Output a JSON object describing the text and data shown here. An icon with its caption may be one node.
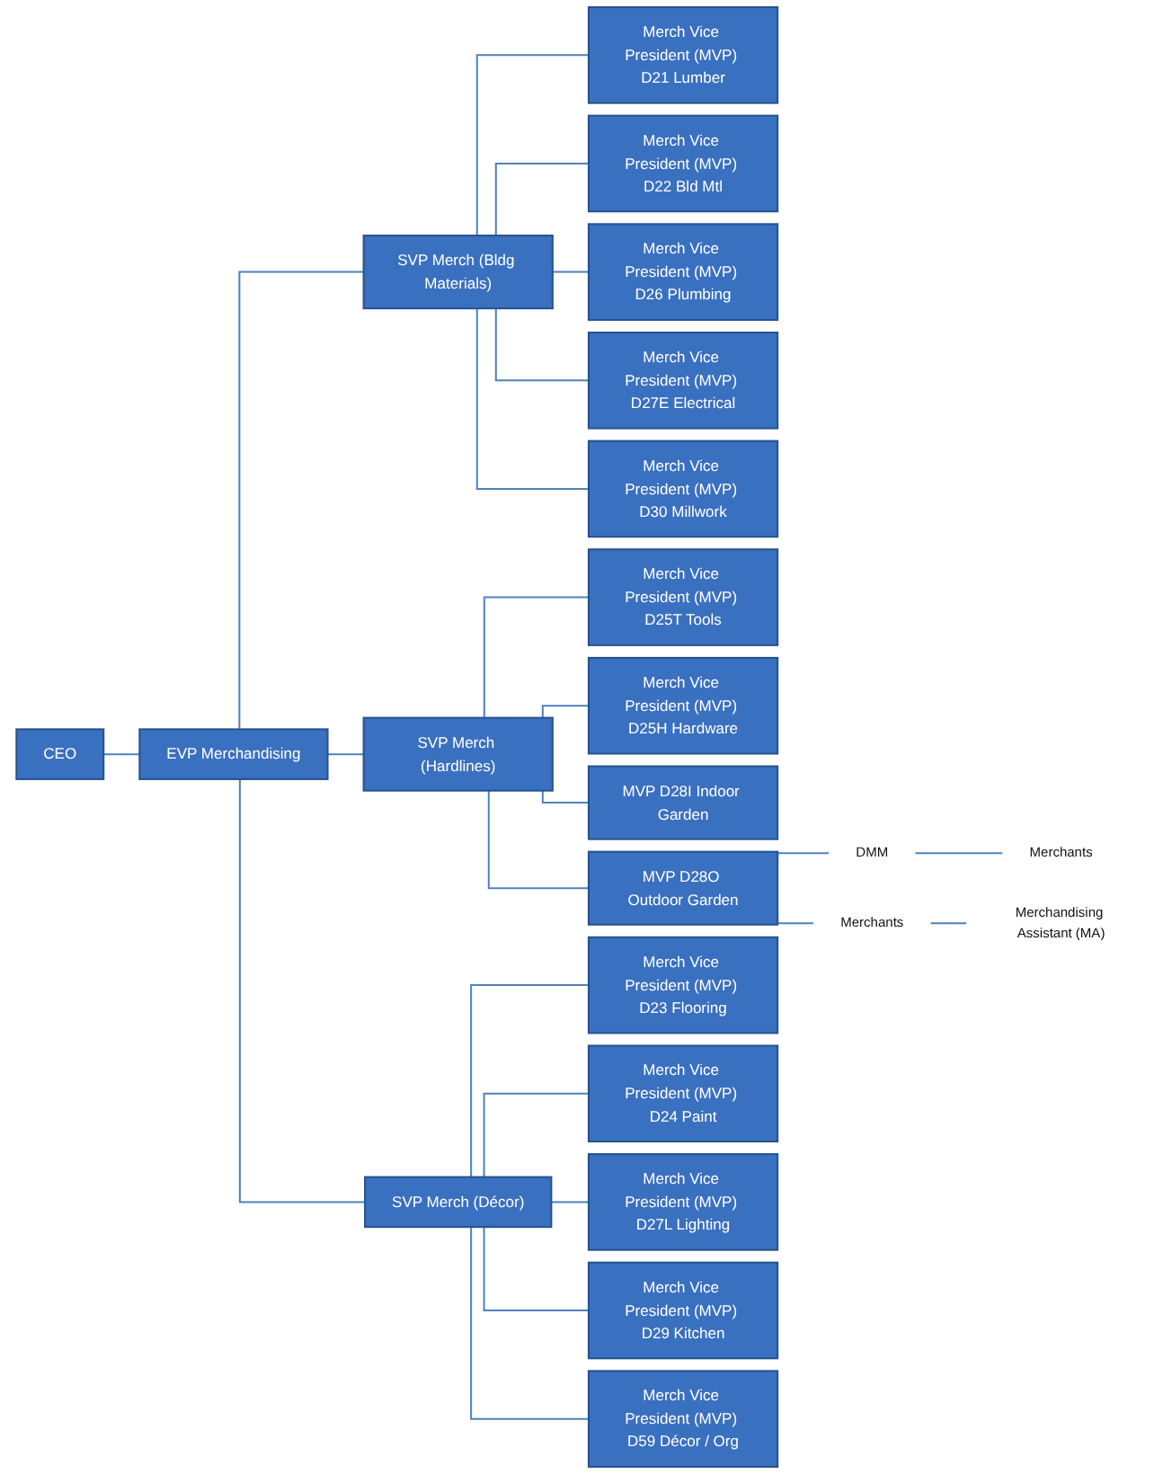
{
  "diagram": {
    "nodes": [
      {
        "text": [
          "CEO"
        ]
      },
      {
        "text": [
          "EVP Merchandising"
        ]
      },
      {
        "text": [
          "SVP Merch (Bldg Materials)"
        ]
      },
      {
        "text": [
          "SVP Merch (Hardlines)"
        ]
      },
      {
        "text": [
          "SVP Merch (Décor)"
        ]
      },
      {
        "text": [
          "Merch Vice President (MVP) D21 Lumber"
        ]
      },
      {
        "text": [
          "Merch Vice President (MVP) D22 Bld Mtl"
        ]
      },
      {
        "text": [
          "Merch Vice President (MVP) D26 Plumbing"
        ]
      },
      {
        "text": [
          "Merch Vice President (MVP) D27E Electrical"
        ]
      },
      {
        "text": [
          "Merch Vice President (MVP) D30 Millwork"
        ]
      },
      {
        "text": [
          "Merch Vice President (MVP) D25T Tools"
        ]
      },
      {
        "text": [
          "Merch Vice President (MVP) D25H Hardware"
        ]
      },
      {
        "text": [
          "MVP D28I Indoor Garden"
        ]
      },
      {
        "text": [
          "MVP D28O Outdoor Garden"
        ]
      },
      {
        "text": [
          "DMM"
        ]
      },
      {
        "text": [
          "Merchants"
        ]
      },
      {
        "text": [
          "Merchants"
        ]
      },
      {
        "text": [
          "Merchandising Assistant (MA)"
        ]
      },
      {
        "text": [
          "Merch Vice President (MVP) D23 Flooring"
        ]
      },
      {
        "text": [
          "Merch Vice President (MVP) D24 Paint"
        ]
      },
      {
        "text": [
          "Merch Vice President (MVP) D27L Lighting"
        ]
      },
      {
        "text": [
          "Merch Vice President (MVP) D29 Kitchen"
        ]
      },
      {
        "text": [
          "Merch Vice President (MVP) D59 Décor / Org"
        ]
      }
    ],
    "edges": [
      {
        "from": 0,
        "to": 1,
        "arrow": "none"
      },
      {
        "from": 1,
        "to": 2,
        "arrow": "none"
      },
      {
        "from": 1,
        "to": 3,
        "arrow": "none"
      },
      {
        "from": 1,
        "to": 4,
        "arrow": "none"
      },
      {
        "from": 2,
        "to": 5,
        "arrow": "none"
      },
      {
        "from": 2,
        "to": 6,
        "arrow": "none"
      },
      {
        "from": 2,
        "to": 7,
        "arrow": "none"
      },
      {
        "from": 2,
        "to": 8,
        "arrow": "none"
      },
      {
        "from": 2,
        "to": 9,
        "arrow": "none"
      },
      {
        "from": 3,
        "to": 10,
        "arrow": "none"
      },
      {
        "from": 3,
        "to": 11,
        "arrow": "none"
      },
      {
        "from": 3,
        "to": 12,
        "arrow": "none"
      },
      {
        "from": 3,
        "to": 13,
        "arrow": "none"
      },
      {
        "from": 13,
        "to": 14,
        "arrow": "none"
      },
      {
        "from": 14,
        "to": 15,
        "arrow": "none"
      },
      {
        "from": 13,
        "to": 16,
        "arrow": "none"
      },
      {
        "from": 16,
        "to": 17,
        "arrow": "none"
      },
      {
        "from": 4,
        "to": 18,
        "arrow": "none"
      },
      {
        "from": 4,
        "to": 19,
        "arrow": "none"
      },
      {
        "from": 4,
        "to": 20,
        "arrow": "none"
      },
      {
        "from": 4,
        "to": 21,
        "arrow": "none"
      },
      {
        "from": 4,
        "to": 22,
        "arrow": "none"
      }
    ]
  }
}
